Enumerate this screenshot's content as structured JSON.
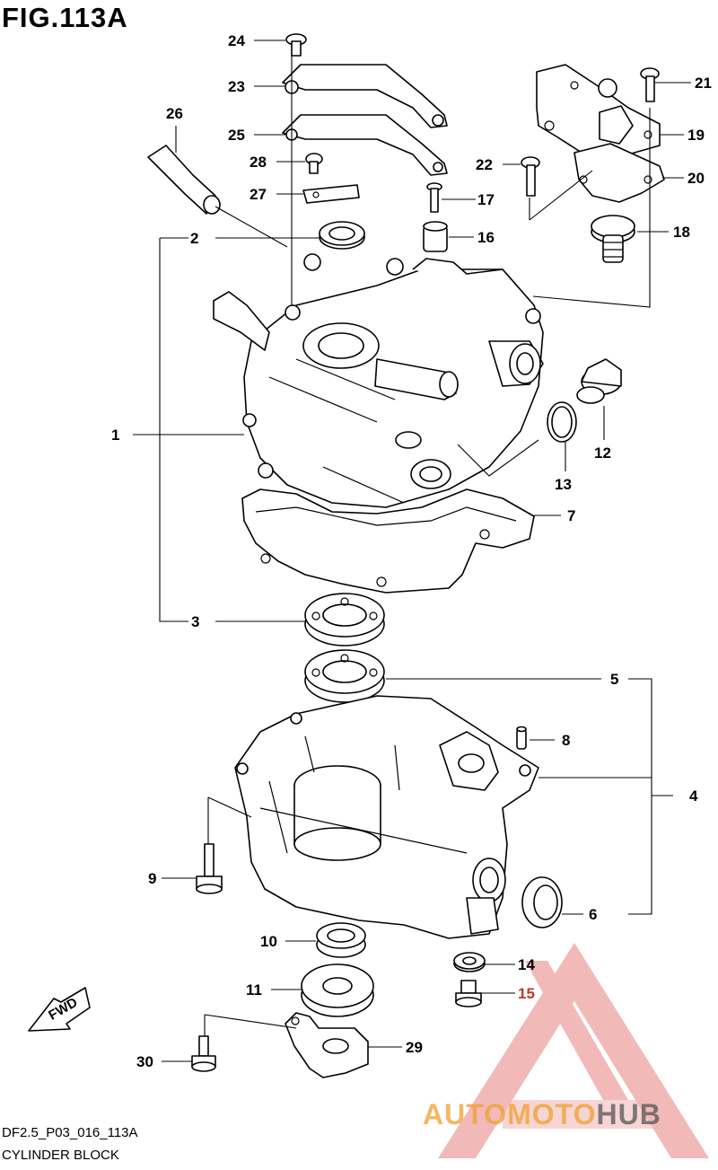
{
  "figure": {
    "title": "FIG.113A",
    "code": "DF2.5_P03_016_113A",
    "name": "CYLINDER BLOCK"
  },
  "fwd_label": "FWD",
  "callouts": [
    "24",
    "23",
    "25",
    "26",
    "28",
    "27",
    "2",
    "1",
    "3",
    "5",
    "4",
    "8",
    "9",
    "6",
    "10",
    "11",
    "30",
    "29",
    "14",
    "15",
    "21",
    "22",
    "19",
    "20",
    "17",
    "16",
    "18",
    "12",
    "13",
    "7"
  ],
  "watermark": {
    "part1": "AUTOMOTO",
    "part2": "HUB",
    "color1": "#f0a030",
    "color2": "#e07070",
    "color3": "#555555"
  },
  "colors": {
    "line": "#000000",
    "highlight_callout": "#c0392b"
  }
}
